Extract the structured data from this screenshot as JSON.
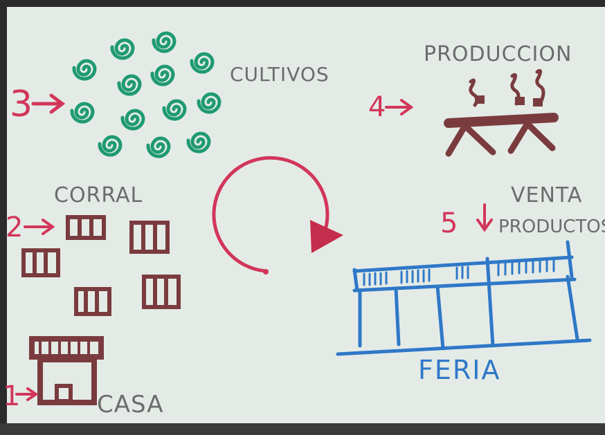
{
  "labels": {
    "cultivos": "CULTIVOS",
    "produccion": "PRODUCCION",
    "corral": "CORRAL",
    "venta": "VENTA",
    "productos": "PRODUCTOS",
    "feria": "FERIA",
    "casa": "CASA"
  },
  "steps": {
    "one": "1",
    "two": "2",
    "three": "3",
    "four": "4",
    "five": "5"
  },
  "colors": {
    "paper": "#e4ebe6",
    "green": "#1f9a73",
    "maroon": "#7a3b3f",
    "pink": "#d2365a",
    "blue": "#2f78c8",
    "gray": "#6b6b6b",
    "dark": "#2b2b2b"
  }
}
